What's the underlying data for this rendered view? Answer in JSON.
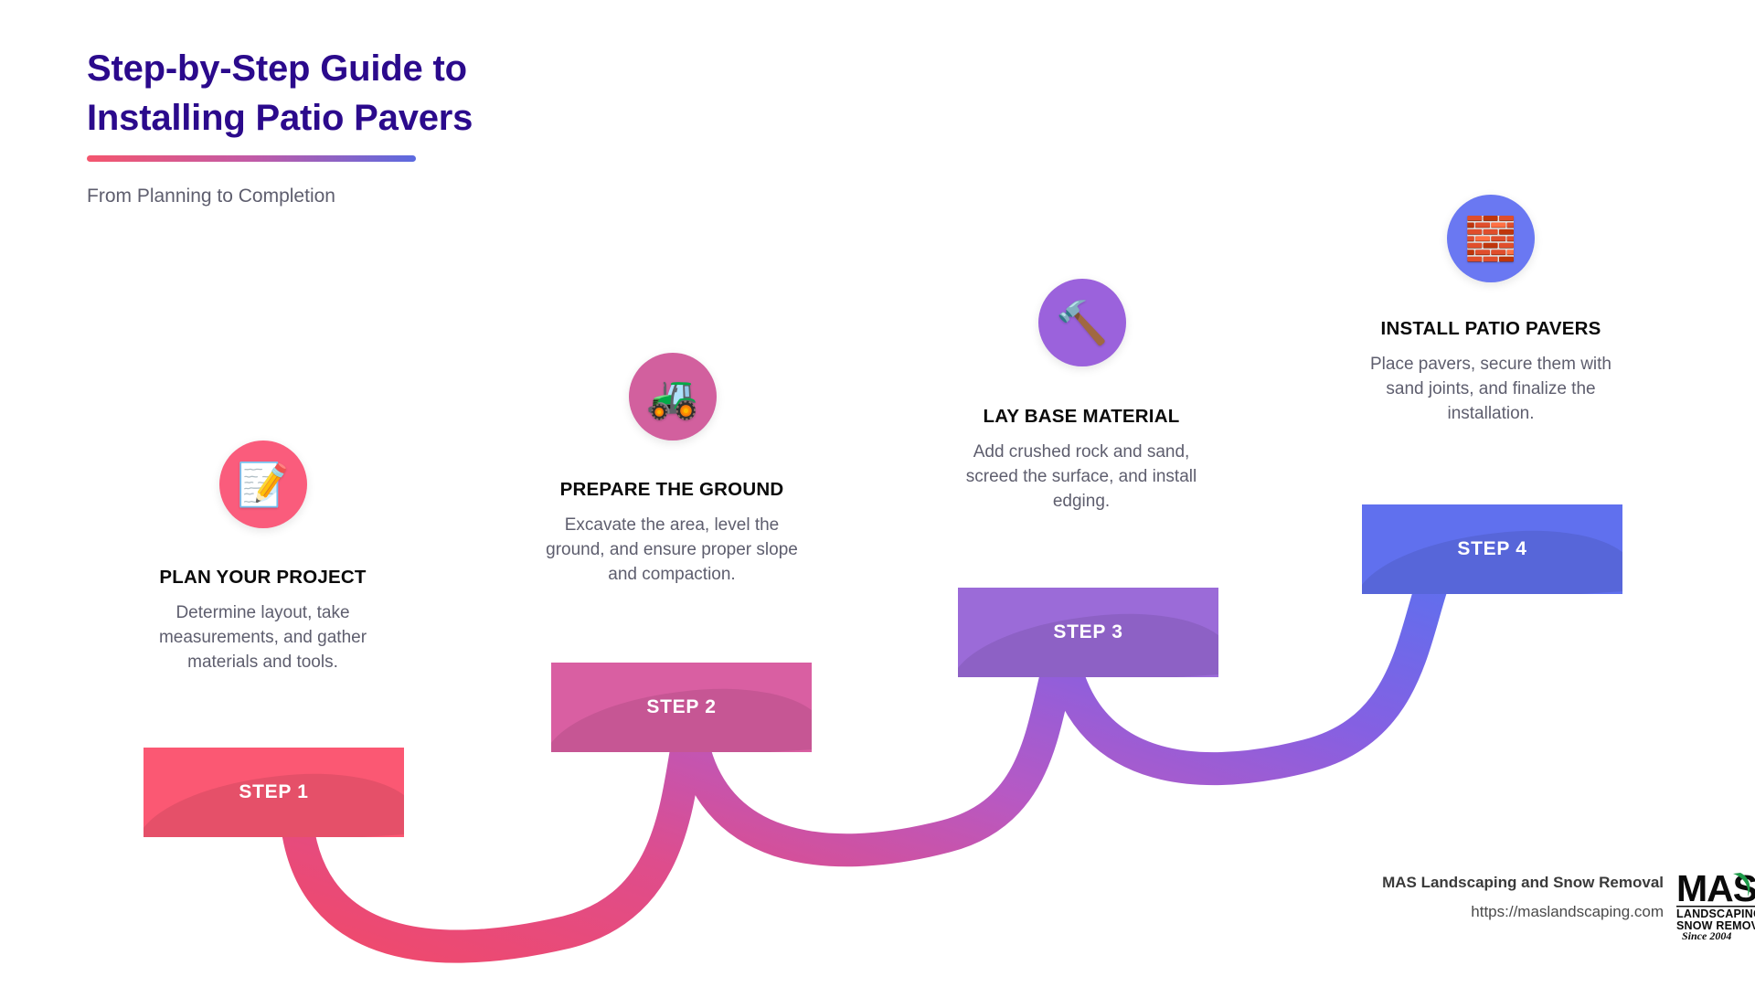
{
  "header": {
    "title_line1": "Step-by-Step Guide to",
    "title_line2": "Installing Patio Pavers",
    "subtitle": "From Planning to Completion",
    "title_color": "#2B0A8C",
    "rule_gradient_from": "#F4566E",
    "rule_gradient_to": "#5B6AE0"
  },
  "steps": [
    {
      "banner_label": "STEP 1",
      "title": "PLAN YOUR PROJECT",
      "description": "Determine layout, take measurements, and gather materials and tools.",
      "icon": "memo-pencil-icon",
      "icon_glyph": "📝",
      "color": "#F8566E",
      "banner_color": "#FB5873",
      "circle_color": "#FA5C7C"
    },
    {
      "banner_label": "STEP 2",
      "title": "PREPARE THE GROUND",
      "description": "Excavate the area, level the ground, and ensure proper slope and compaction.",
      "icon": "tractor-icon",
      "icon_glyph": "🚜",
      "color": "#D4609E",
      "banner_color": "#D95FA2",
      "circle_color": "#D2609E"
    },
    {
      "banner_label": "STEP 3",
      "title": "LAY BASE MATERIAL",
      "description": "Add crushed rock and sand, screed the surface, and install edging.",
      "icon": "hammer-icon",
      "icon_glyph": "🔨",
      "color": "#9B62DC",
      "banner_color": "#9B6BD8",
      "circle_color": "#9B62DC"
    },
    {
      "banner_label": "STEP 4",
      "title": "INSTALL PATIO PAVERS",
      "description": "Place pavers, secure them with sand joints, and finalize the installation.",
      "icon": "bricks-icon",
      "icon_glyph": "🧱",
      "color": "#6A75F0",
      "banner_color": "#6070EE",
      "circle_color": "#6A78F2"
    }
  ],
  "footer": {
    "company": "MAS Landscaping and Snow Removal",
    "url": "https://maslandscaping.com",
    "logo_text": "MAS",
    "logo_line1": "LANDSCAPING",
    "logo_line2": "SNOW REMOVAL",
    "logo_since": "Since 2004",
    "logo_accent": "#1E9C4A"
  }
}
